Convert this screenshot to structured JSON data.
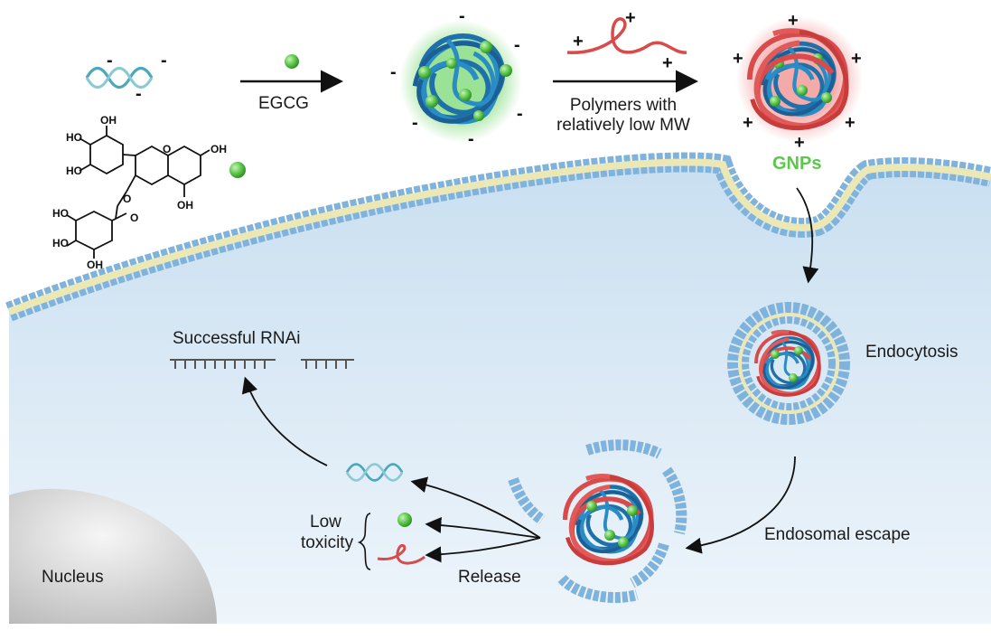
{
  "labels": {
    "egcg": "EGCG",
    "polymers_line1": "Polymers with",
    "polymers_line2": "relatively low MW",
    "gnps": "GNPs",
    "endocytosis": "Endocytosis",
    "endosomal_escape": "Endosomal escape",
    "successful_rnai": "Successful RNAi",
    "low": "Low",
    "toxicity": "toxicity",
    "release": "Release",
    "nucleus": "Nucleus"
  },
  "chem_labels": [
    "HO",
    "OH",
    "HO",
    "OH",
    "OH",
    "O",
    "O",
    "HO",
    "HO",
    "OH",
    "O"
  ],
  "signs": {
    "minus": "-",
    "plus": "+"
  },
  "colors": {
    "cytoplasm": "#d8e8f4",
    "membrane_head": "#7fb3dc",
    "membrane_tail": "#e8e4a8",
    "rna": "#4aa8b8",
    "polymer": "#d94a4a",
    "egcg_ball": "#5cc74a",
    "dna_tangle": "#1f6fa8",
    "gnp_label": "#5cc74a",
    "nucleus": "#c8c8c8"
  },
  "icons": [
    "siRNA-icon",
    "egcg-molecule-icon",
    "green-sphere-icon",
    "nanoparticle-icon",
    "polymer-icon",
    "arrow-icon"
  ]
}
